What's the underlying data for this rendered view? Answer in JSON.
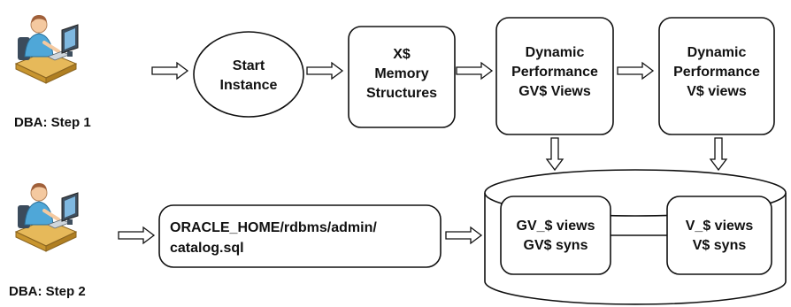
{
  "diagram": {
    "step1": {
      "label": "DBA: Step 1",
      "start_instance": [
        "Start",
        "Instance"
      ],
      "x_memory": [
        "X$",
        "Memory",
        "Structures"
      ],
      "gv_dynamic": [
        "Dynamic",
        "Performance",
        "GV$ Views"
      ],
      "v_dynamic": [
        "Dynamic",
        "Performance",
        "V$ views"
      ]
    },
    "step2": {
      "label": "DBA: Step 2",
      "catalog": [
        "ORACLE_HOME/rdbms/admin/",
        "catalog.sql"
      ],
      "gv_views": [
        "GV_$ views",
        "GV$ syns"
      ],
      "v_views": [
        "V_$ views",
        "V$ syns"
      ]
    },
    "colors": {
      "stroke": "#111111",
      "skin": "#f4c9a0",
      "shirt": "#4fa7d8",
      "desk": "#e6b95a",
      "monitor": "#3f4f5f"
    }
  }
}
